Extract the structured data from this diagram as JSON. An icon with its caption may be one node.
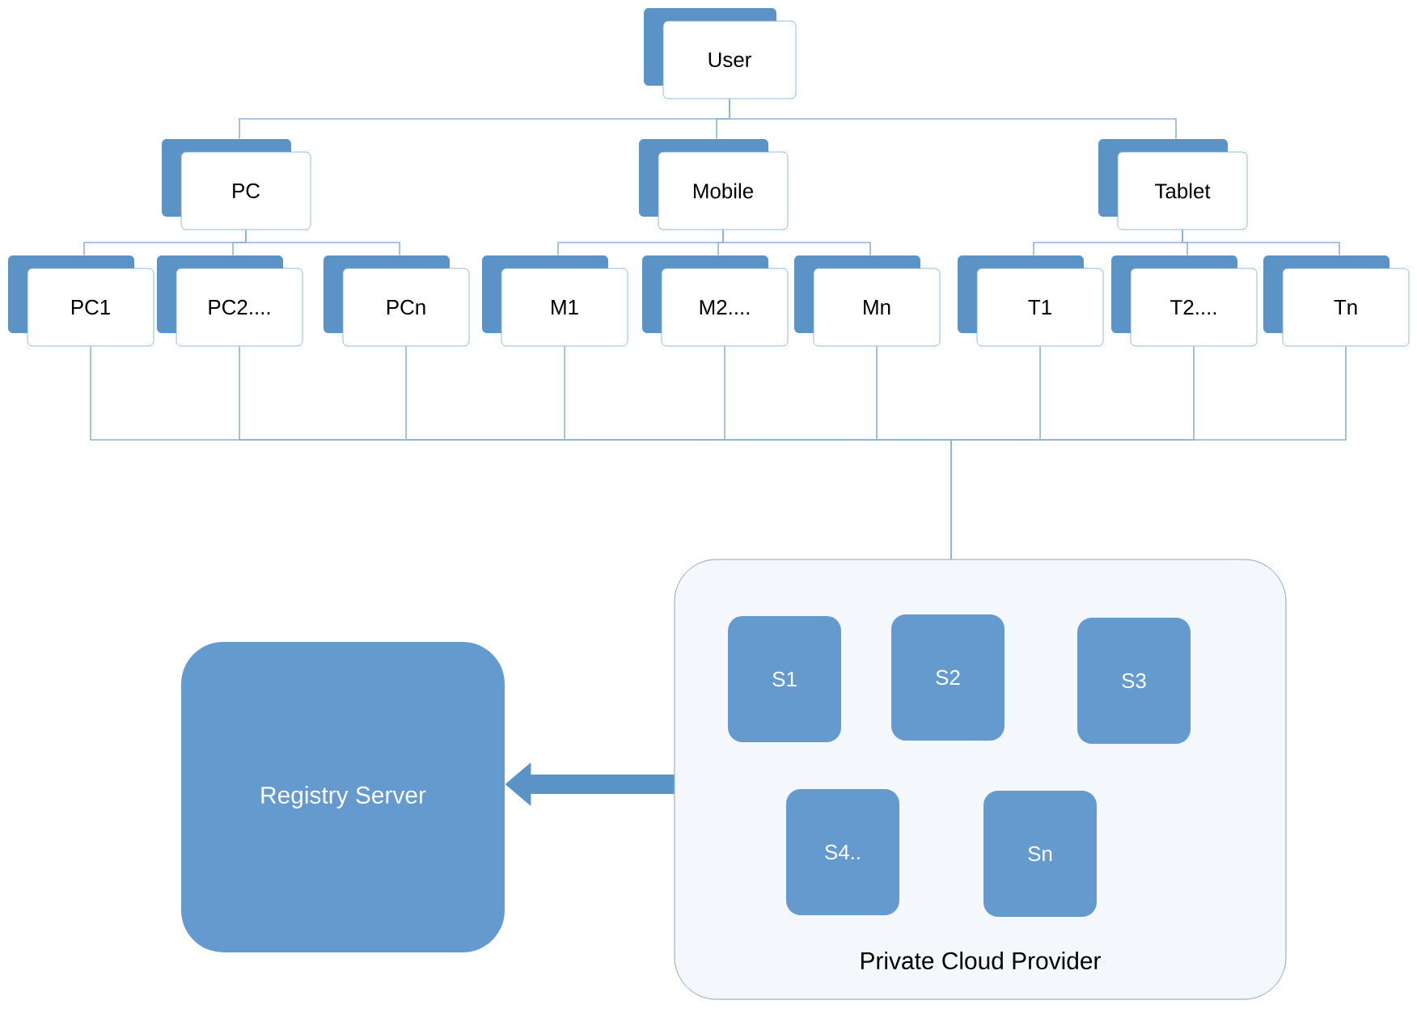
{
  "diagram": {
    "nodes": [
      {
        "text": [
          "User"
        ]
      },
      {
        "text": [
          "PC"
        ]
      },
      {
        "text": [
          "Mobile"
        ]
      },
      {
        "text": [
          "Tablet"
        ]
      },
      {
        "text": [
          "PC1"
        ]
      },
      {
        "text": [
          "PC2...."
        ]
      },
      {
        "text": [
          "PCn"
        ]
      },
      {
        "text": [
          "M1"
        ]
      },
      {
        "text": [
          "M2...."
        ]
      },
      {
        "text": [
          "Mn"
        ]
      },
      {
        "text": [
          "T1"
        ]
      },
      {
        "text": [
          "T2...."
        ]
      },
      {
        "text": [
          "Tn"
        ]
      },
      {
        "text": [
          "Private Cloud Provider"
        ]
      },
      {
        "text": [
          "S1"
        ],
        "in": 13
      },
      {
        "text": [
          "S2"
        ],
        "in": 13
      },
      {
        "text": [
          "S3"
        ],
        "in": 13
      },
      {
        "text": [
          "S4.."
        ],
        "in": 13
      },
      {
        "text": [
          "Sn"
        ],
        "in": 13
      },
      {
        "text": [
          "Registry Server"
        ]
      }
    ],
    "edges": [
      {
        "from": 0,
        "to": 1,
        "arrow": "none"
      },
      {
        "from": 0,
        "to": 2,
        "arrow": "none"
      },
      {
        "from": 0,
        "to": 3,
        "arrow": "none"
      },
      {
        "from": 1,
        "to": 4,
        "arrow": "none"
      },
      {
        "from": 1,
        "to": 5,
        "arrow": "none"
      },
      {
        "from": 1,
        "to": 6,
        "arrow": "none"
      },
      {
        "from": 2,
        "to": 7,
        "arrow": "none"
      },
      {
        "from": 2,
        "to": 8,
        "arrow": "none"
      },
      {
        "from": 2,
        "to": 9,
        "arrow": "none"
      },
      {
        "from": 3,
        "to": 10,
        "arrow": "none"
      },
      {
        "from": 3,
        "to": 11,
        "arrow": "none"
      },
      {
        "from": 3,
        "to": 12,
        "arrow": "none"
      },
      {
        "from": 4,
        "to": 13,
        "arrow": "none"
      },
      {
        "from": 5,
        "to": 13,
        "arrow": "none"
      },
      {
        "from": 6,
        "to": 13,
        "arrow": "none"
      },
      {
        "from": 7,
        "to": 13,
        "arrow": "none"
      },
      {
        "from": 8,
        "to": 13,
        "arrow": "none"
      },
      {
        "from": 9,
        "to": 13,
        "arrow": "none"
      },
      {
        "from": 10,
        "to": 13,
        "arrow": "none"
      },
      {
        "from": 11,
        "to": 13,
        "arrow": "none"
      },
      {
        "from": 12,
        "to": 13,
        "arrow": "none"
      },
      {
        "from": 13,
        "to": 19,
        "arrow": "to",
        "style": "thick",
        "color": "#5b93c7"
      }
    ]
  }
}
